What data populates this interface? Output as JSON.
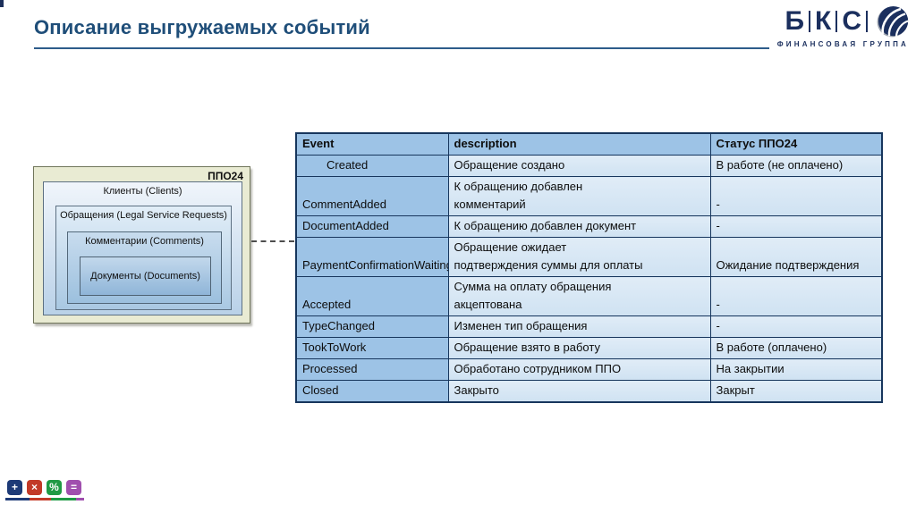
{
  "slide": {
    "title": "Описание выгружаемых событий"
  },
  "logo": {
    "letters": [
      "Б",
      "К",
      "С"
    ],
    "subtitle": "ФИНАНСОВАЯ ГРУППА"
  },
  "diagram": {
    "outer_label": "ППО24",
    "levels": [
      "Клиенты (Clients)",
      "Обращения (Legal Service Requests)",
      "Комментарии (Comments)",
      "Документы (Documents)"
    ]
  },
  "table": {
    "headers": [
      "Event",
      "description",
      "Статус ППО24"
    ],
    "rows": [
      [
        "Created",
        "Обращение создано",
        "В работе (не оплачено)"
      ],
      [
        "CommentAdded",
        "К обращению добавлен\nкомментарий",
        "-"
      ],
      [
        "DocumentAdded",
        "К обращению добавлен документ",
        "-"
      ],
      [
        "PaymentConfirmationWaiting",
        "Обращение ожидает\nподтверждения суммы для оплаты",
        "Ожидание подтверждения"
      ],
      [
        "Accepted",
        "Сумма на оплату обращения\nакцептована",
        "-"
      ],
      [
        "TypeChanged",
        "Изменен тип обращения",
        "-"
      ],
      [
        "TookToWork",
        "Обращение взято в работу",
        "В работе (оплачено)"
      ],
      [
        "Processed",
        "Обработано сотрудником ППО",
        "На закрытии"
      ],
      [
        "Closed",
        "Закрыто",
        "Закрыт"
      ]
    ]
  },
  "footer_icons": [
    {
      "name": "plus-icon",
      "glyph": "+",
      "color": "#1d3a77"
    },
    {
      "name": "multiply-icon",
      "glyph": "×",
      "color": "#c23a28"
    },
    {
      "name": "percent-icon",
      "glyph": "%",
      "color": "#1f9a44"
    },
    {
      "name": "equals-icon",
      "glyph": "=",
      "color": "#a04fae"
    }
  ],
  "colors": {
    "title": "#1f4e79",
    "rule": "#2e5c8a",
    "logo": "#1b2f5e",
    "table_header_bg": "#9dc3e6",
    "table_light_cell_bg": "#d9e7f5",
    "table_border": "#17365d",
    "diagram_outer_bg": "#e9ebd3"
  }
}
